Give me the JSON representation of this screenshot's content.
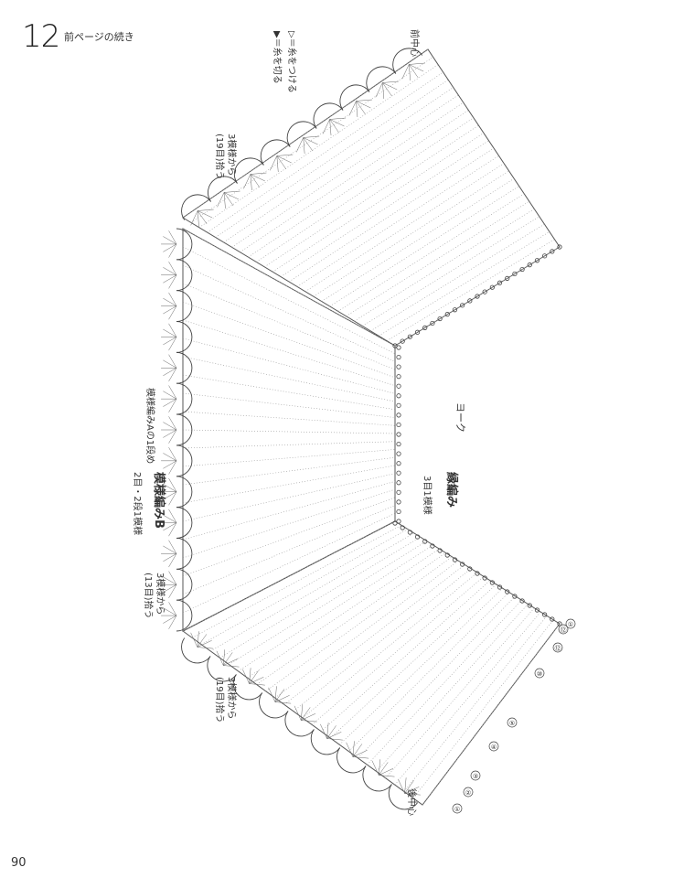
{
  "header": {
    "number": "12",
    "continued": "前ページの続き"
  },
  "page_number": "90",
  "legend": {
    "attach_yarn": "▷＝糸をつける",
    "cut_yarn": "▶＝糸を切る"
  },
  "labels": {
    "front_center": "前中心",
    "back_center": "後中心",
    "pick_top_1": "3模様から",
    "pick_top_2": "(19目)拾う",
    "pick_mid_1": "3模様から",
    "pick_mid_2": "(13目)拾う",
    "pick_bot_1": "3模様から",
    "pick_bot_2": "(19目)拾う",
    "row1_note": "模様編みAの1段め",
    "pattern_b_title": "模様編みB",
    "pattern_b_sub": "2目・2段1模様",
    "yoke": "ヨーク",
    "edging_title": "縁編み",
    "edging_sub": "3目1模様"
  },
  "row_markers": [
    "①",
    "②",
    "③",
    "④",
    "⑤",
    "⑩",
    "⑫",
    "⑫",
    "①"
  ]
}
